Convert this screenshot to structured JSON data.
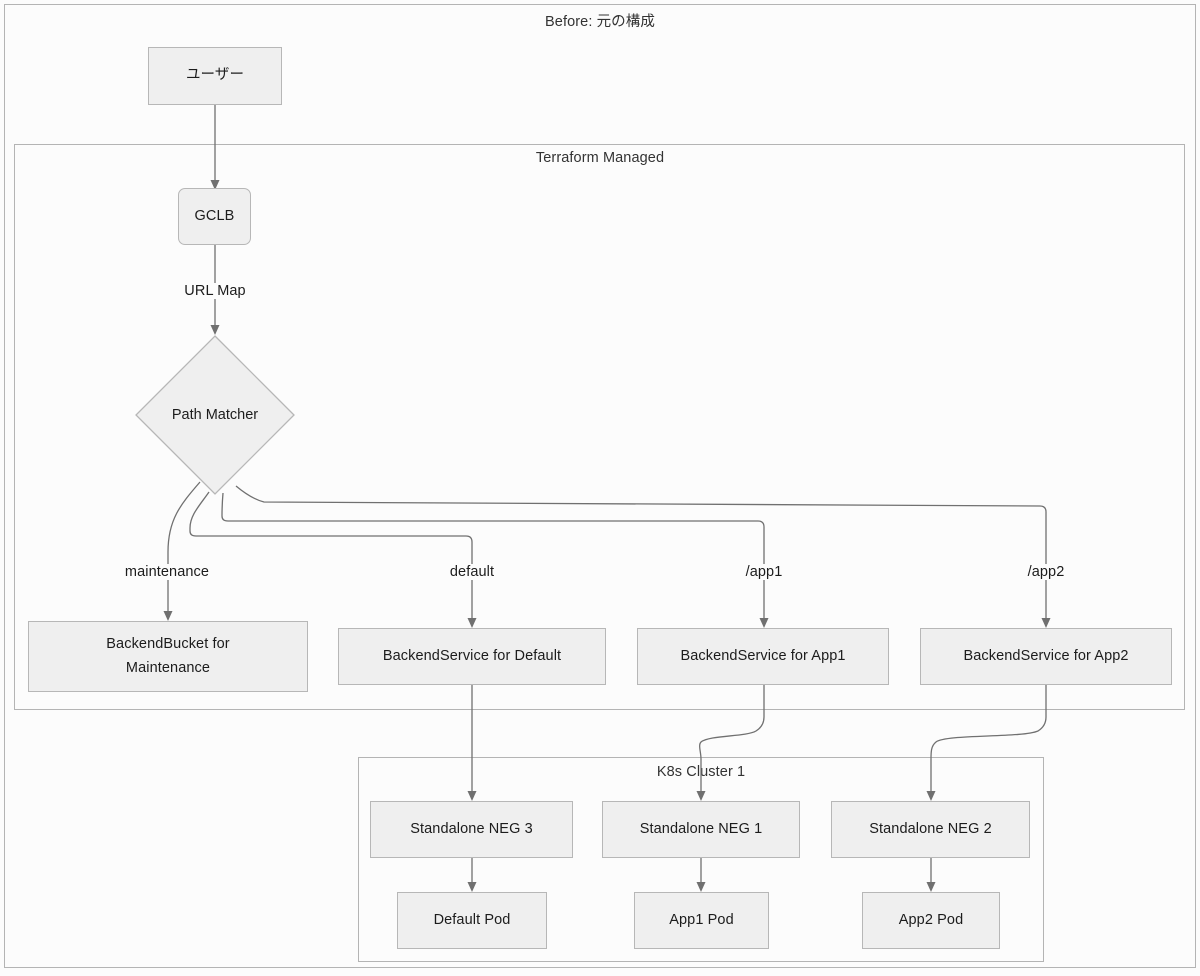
{
  "diagram": {
    "title": "Before: 元の構成",
    "type": "flowchart",
    "theme": {
      "node_fill": "#efefef",
      "node_stroke": "#b7b7b7",
      "frame_stroke": "#b4b4b4",
      "edge_stroke": "#707070",
      "canvas": "#fcfcfc",
      "text": "#1c1c1c"
    },
    "containers": [
      {
        "id": "terraform",
        "label": "Terraform Managed"
      },
      {
        "id": "k8s",
        "label": "K8s Cluster 1"
      }
    ],
    "nodes": [
      {
        "id": "user",
        "label": "ユーザー",
        "shape": "rect"
      },
      {
        "id": "gclb",
        "label": "GCLB",
        "shape": "rounded-rect"
      },
      {
        "id": "matcher",
        "label": "Path Matcher",
        "shape": "diamond"
      },
      {
        "id": "bb_maint",
        "label": "BackendBucket for Maintenance",
        "shape": "rect",
        "lines": [
          "BackendBucket for",
          "Maintenance"
        ]
      },
      {
        "id": "bs_default",
        "label": "BackendService for Default",
        "shape": "rect"
      },
      {
        "id": "bs_app1",
        "label": "BackendService for App1",
        "shape": "rect"
      },
      {
        "id": "bs_app2",
        "label": "BackendService for App2",
        "shape": "rect"
      },
      {
        "id": "neg3",
        "label": "Standalone NEG 3",
        "shape": "rect"
      },
      {
        "id": "neg1",
        "label": "Standalone NEG 1",
        "shape": "rect"
      },
      {
        "id": "neg2",
        "label": "Standalone NEG 2",
        "shape": "rect"
      },
      {
        "id": "pod_default",
        "label": "Default Pod",
        "shape": "rect"
      },
      {
        "id": "pod_app1",
        "label": "App1 Pod",
        "shape": "rect"
      },
      {
        "id": "pod_app2",
        "label": "App2 Pod",
        "shape": "rect"
      }
    ],
    "edges": [
      {
        "from": "user",
        "to": "gclb",
        "label": ""
      },
      {
        "from": "gclb",
        "to": "matcher",
        "label": "URL Map"
      },
      {
        "from": "matcher",
        "to": "bb_maint",
        "label": "maintenance"
      },
      {
        "from": "matcher",
        "to": "bs_default",
        "label": "default"
      },
      {
        "from": "matcher",
        "to": "bs_app1",
        "label": "/app1"
      },
      {
        "from": "matcher",
        "to": "bs_app2",
        "label": "/app2"
      },
      {
        "from": "bs_default",
        "to": "neg3",
        "label": ""
      },
      {
        "from": "bs_app1",
        "to": "neg1",
        "label": ""
      },
      {
        "from": "bs_app2",
        "to": "neg2",
        "label": ""
      },
      {
        "from": "neg3",
        "to": "pod_default",
        "label": ""
      },
      {
        "from": "neg1",
        "to": "pod_app1",
        "label": ""
      },
      {
        "from": "neg2",
        "to": "pod_app2",
        "label": ""
      }
    ],
    "edge_labels": {
      "url_map": "URL Map",
      "maintenance": "maintenance",
      "default": "default",
      "app1": "/app1",
      "app2": "/app2"
    }
  }
}
